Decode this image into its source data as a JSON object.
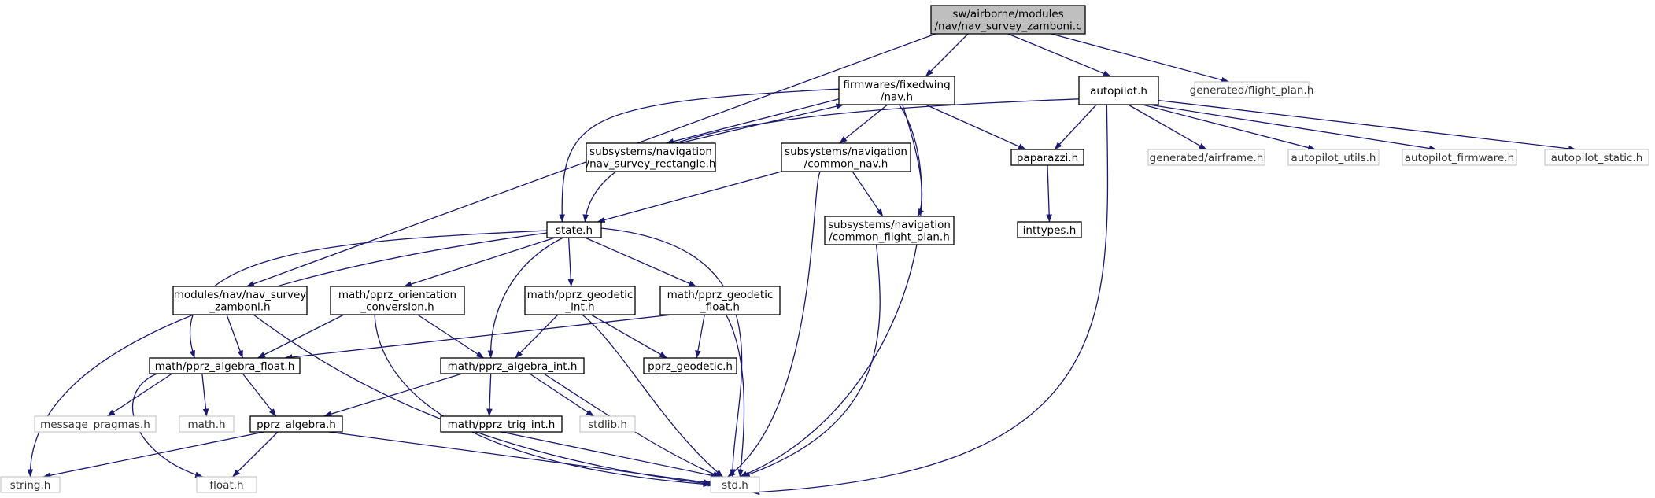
{
  "diagram": {
    "colors": {
      "edge": "#191970",
      "border": "#000000",
      "muted_border": "#bfbfbf",
      "highlight_fill": "#bfbfbf",
      "node_fill": "#ffffff"
    },
    "nodes": [
      {
        "id": "nav_survey_zamboni_c",
        "lines": [
          "sw/airborne/modules",
          "/nav/nav_survey_zamboni.c"
        ],
        "style": "highlight"
      },
      {
        "id": "fixedwing_nav_h",
        "lines": [
          "firmwares/fixedwing",
          "/nav.h"
        ],
        "style": "normal"
      },
      {
        "id": "autopilot_h",
        "lines": [
          "autopilot.h"
        ],
        "style": "normal"
      },
      {
        "id": "generated_flight_plan_h",
        "lines": [
          "generated/flight_plan.h"
        ],
        "style": "muted"
      },
      {
        "id": "nav_survey_rectangle_h",
        "lines": [
          "subsystems/navigation",
          "/nav_survey_rectangle.h"
        ],
        "style": "normal"
      },
      {
        "id": "common_nav_h",
        "lines": [
          "subsystems/navigation",
          "/common_nav.h"
        ],
        "style": "normal"
      },
      {
        "id": "paparazzi_h",
        "lines": [
          "paparazzi.h"
        ],
        "style": "normal"
      },
      {
        "id": "generated_airframe_h",
        "lines": [
          "generated/airframe.h"
        ],
        "style": "muted"
      },
      {
        "id": "autopilot_utils_h",
        "lines": [
          "autopilot_utils.h"
        ],
        "style": "muted"
      },
      {
        "id": "autopilot_firmware_h",
        "lines": [
          "autopilot_firmware.h"
        ],
        "style": "muted"
      },
      {
        "id": "autopilot_static_h",
        "lines": [
          "autopilot_static.h"
        ],
        "style": "muted"
      },
      {
        "id": "state_h",
        "lines": [
          "state.h"
        ],
        "style": "normal"
      },
      {
        "id": "common_flight_plan_h",
        "lines": [
          "subsystems/navigation",
          "/common_flight_plan.h"
        ],
        "style": "normal"
      },
      {
        "id": "inttypes_h",
        "lines": [
          "inttypes.h"
        ],
        "style": "normal"
      },
      {
        "id": "nav_survey_zamboni_h",
        "lines": [
          "modules/nav/nav_survey",
          "_zamboni.h"
        ],
        "style": "normal"
      },
      {
        "id": "pprz_orientation_conversion_h",
        "lines": [
          "math/pprz_orientation",
          "_conversion.h"
        ],
        "style": "normal"
      },
      {
        "id": "pprz_geodetic_int_h",
        "lines": [
          "math/pprz_geodetic",
          "_int.h"
        ],
        "style": "normal"
      },
      {
        "id": "pprz_geodetic_float_h",
        "lines": [
          "math/pprz_geodetic",
          "_float.h"
        ],
        "style": "normal"
      },
      {
        "id": "pprz_algebra_float_h",
        "lines": [
          "math/pprz_algebra_float.h"
        ],
        "style": "normal"
      },
      {
        "id": "pprz_algebra_int_h",
        "lines": [
          "math/pprz_algebra_int.h"
        ],
        "style": "normal"
      },
      {
        "id": "pprz_geodetic_h",
        "lines": [
          "pprz_geodetic.h"
        ],
        "style": "normal"
      },
      {
        "id": "message_pragmas_h",
        "lines": [
          "message_pragmas.h"
        ],
        "style": "muted"
      },
      {
        "id": "math_h",
        "lines": [
          "math.h"
        ],
        "style": "muted"
      },
      {
        "id": "pprz_algebra_h",
        "lines": [
          "pprz_algebra.h"
        ],
        "style": "normal"
      },
      {
        "id": "pprz_trig_int_h",
        "lines": [
          "math/pprz_trig_int.h"
        ],
        "style": "normal"
      },
      {
        "id": "stdlib_h",
        "lines": [
          "stdlib.h"
        ],
        "style": "muted"
      },
      {
        "id": "string_h",
        "lines": [
          "string.h"
        ],
        "style": "muted"
      },
      {
        "id": "float_h",
        "lines": [
          "float.h"
        ],
        "style": "muted"
      },
      {
        "id": "std_h",
        "lines": [
          "std.h"
        ],
        "style": "muted"
      }
    ],
    "edges": [
      [
        "nav_survey_zamboni_c",
        "fixedwing_nav_h"
      ],
      [
        "nav_survey_zamboni_c",
        "autopilot_h"
      ],
      [
        "nav_survey_zamboni_c",
        "generated_flight_plan_h"
      ],
      [
        "nav_survey_zamboni_c",
        "nav_survey_zamboni_h"
      ],
      [
        "fixedwing_nav_h",
        "nav_survey_rectangle_h"
      ],
      [
        "nav_survey_rectangle_h",
        "fixedwing_nav_h"
      ],
      [
        "fixedwing_nav_h",
        "common_nav_h"
      ],
      [
        "fixedwing_nav_h",
        "paparazzi_h"
      ],
      [
        "fixedwing_nav_h",
        "state_h"
      ],
      [
        "fixedwing_nav_h",
        "common_flight_plan_h"
      ],
      [
        "fixedwing_nav_h",
        "std_h"
      ],
      [
        "autopilot_h",
        "paparazzi_h"
      ],
      [
        "autopilot_h",
        "generated_airframe_h"
      ],
      [
        "autopilot_h",
        "autopilot_utils_h"
      ],
      [
        "autopilot_h",
        "autopilot_firmware_h"
      ],
      [
        "autopilot_h",
        "autopilot_static_h"
      ],
      [
        "autopilot_h",
        "state_h"
      ],
      [
        "autopilot_h",
        "std_h"
      ],
      [
        "common_nav_h",
        "state_h"
      ],
      [
        "common_nav_h",
        "common_flight_plan_h"
      ],
      [
        "common_nav_h",
        "std_h"
      ],
      [
        "paparazzi_h",
        "inttypes_h"
      ],
      [
        "common_flight_plan_h",
        "std_h"
      ],
      [
        "state_h",
        "pprz_orientation_conversion_h"
      ],
      [
        "state_h",
        "pprz_geodetic_int_h"
      ],
      [
        "state_h",
        "pprz_geodetic_float_h"
      ],
      [
        "state_h",
        "pprz_algebra_float_h"
      ],
      [
        "state_h",
        "pprz_algebra_int_h"
      ],
      [
        "state_h",
        "std_h"
      ],
      [
        "state_h",
        "string_h"
      ],
      [
        "nav_survey_zamboni_h",
        "pprz_algebra_float_h"
      ],
      [
        "nav_survey_zamboni_h",
        "std_h"
      ],
      [
        "pprz_orientation_conversion_h",
        "pprz_algebra_float_h"
      ],
      [
        "pprz_orientation_conversion_h",
        "pprz_algebra_int_h"
      ],
      [
        "pprz_orientation_conversion_h",
        "std_h"
      ],
      [
        "pprz_geodetic_int_h",
        "pprz_algebra_int_h"
      ],
      [
        "pprz_geodetic_int_h",
        "pprz_geodetic_h"
      ],
      [
        "pprz_geodetic_int_h",
        "std_h"
      ],
      [
        "pprz_geodetic_float_h",
        "pprz_algebra_float_h"
      ],
      [
        "pprz_geodetic_float_h",
        "pprz_geodetic_h"
      ],
      [
        "pprz_geodetic_float_h",
        "std_h"
      ],
      [
        "pprz_algebra_float_h",
        "message_pragmas_h"
      ],
      [
        "pprz_algebra_float_h",
        "math_h"
      ],
      [
        "pprz_algebra_float_h",
        "pprz_algebra_h"
      ],
      [
        "pprz_algebra_float_h",
        "float_h"
      ],
      [
        "pprz_algebra_int_h",
        "pprz_algebra_h"
      ],
      [
        "pprz_algebra_int_h",
        "pprz_trig_int_h"
      ],
      [
        "pprz_algebra_int_h",
        "stdlib_h"
      ],
      [
        "pprz_algebra_int_h",
        "std_h"
      ],
      [
        "pprz_algebra_h",
        "string_h"
      ],
      [
        "pprz_algebra_h",
        "float_h"
      ],
      [
        "pprz_algebra_h",
        "std_h"
      ],
      [
        "pprz_trig_int_h",
        "std_h"
      ]
    ]
  }
}
